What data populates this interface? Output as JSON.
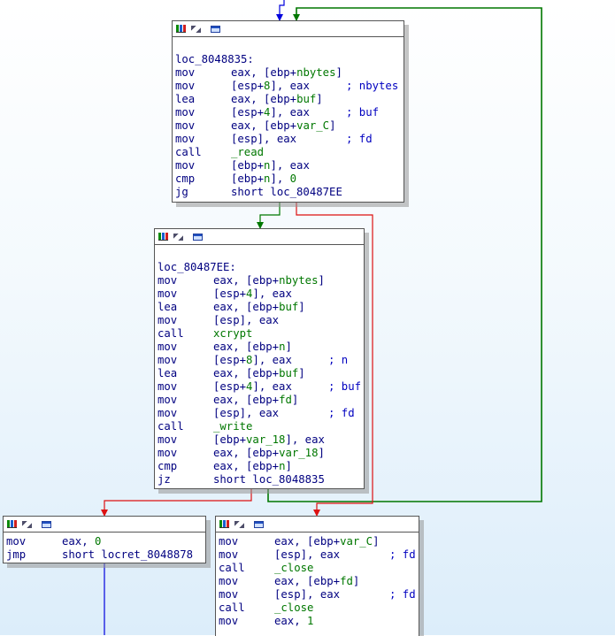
{
  "colors": {
    "edge_true": "#007700",
    "edge_false": "#dd1111",
    "edge_uncond": "#0000dd",
    "text": "#000080",
    "symbol": "#007700"
  },
  "header_icons": [
    "graph-icon",
    "bowtie-icon",
    "window-icon"
  ],
  "nodes": [
    {
      "id": "loc_8048835",
      "lines": [
        {
          "m": "",
          "o": "",
          "c": ""
        },
        {
          "m": "loc_8048835:",
          "o": "",
          "c": ""
        },
        {
          "m": "mov",
          "o": "eax, [ebp+nbytes]",
          "c": ""
        },
        {
          "m": "mov",
          "o": "[esp+8], eax",
          "c": "; nbytes"
        },
        {
          "m": "lea",
          "o": "eax, [ebp+buf]",
          "c": ""
        },
        {
          "m": "mov",
          "o": "[esp+4], eax",
          "c": "; buf"
        },
        {
          "m": "mov",
          "o": "eax, [ebp+var_C]",
          "c": ""
        },
        {
          "m": "mov",
          "o": "[esp], eax",
          "c": "; fd"
        },
        {
          "m": "call",
          "o": "_read",
          "c": ""
        },
        {
          "m": "mov",
          "o": "[ebp+n], eax",
          "c": ""
        },
        {
          "m": "cmp",
          "o": "[ebp+n], 0",
          "c": ""
        },
        {
          "m": "jg",
          "o": "short loc_80487EE",
          "c": ""
        }
      ]
    },
    {
      "id": "loc_80487EE",
      "lines": [
        {
          "m": "",
          "o": "",
          "c": ""
        },
        {
          "m": "loc_80487EE:",
          "o": "",
          "c": ""
        },
        {
          "m": "mov",
          "o": "eax, [ebp+nbytes]",
          "c": ""
        },
        {
          "m": "mov",
          "o": "[esp+4], eax",
          "c": ""
        },
        {
          "m": "lea",
          "o": "eax, [ebp+buf]",
          "c": ""
        },
        {
          "m": "mov",
          "o": "[esp], eax",
          "c": ""
        },
        {
          "m": "call",
          "o": "xcrypt",
          "c": ""
        },
        {
          "m": "mov",
          "o": "eax, [ebp+n]",
          "c": ""
        },
        {
          "m": "mov",
          "o": "[esp+8], eax",
          "c": "; n"
        },
        {
          "m": "lea",
          "o": "eax, [ebp+buf]",
          "c": ""
        },
        {
          "m": "mov",
          "o": "[esp+4], eax",
          "c": "; buf"
        },
        {
          "m": "mov",
          "o": "eax, [ebp+fd]",
          "c": ""
        },
        {
          "m": "mov",
          "o": "[esp], eax",
          "c": "; fd"
        },
        {
          "m": "call",
          "o": "_write",
          "c": ""
        },
        {
          "m": "mov",
          "o": "[ebp+var_18], eax",
          "c": ""
        },
        {
          "m": "mov",
          "o": "eax, [ebp+var_18]",
          "c": ""
        },
        {
          "m": "cmp",
          "o": "eax, [ebp+n]",
          "c": ""
        },
        {
          "m": "jz",
          "o": "short loc_8048835",
          "c": ""
        }
      ]
    },
    {
      "id": "block_ret0",
      "lines": [
        {
          "m": "mov",
          "o": "eax, 0",
          "c": ""
        },
        {
          "m": "jmp",
          "o": "short locret_8048878",
          "c": ""
        }
      ]
    },
    {
      "id": "block_close",
      "lines": [
        {
          "m": "mov",
          "o": "eax, [ebp+var_C]",
          "c": ""
        },
        {
          "m": "mov",
          "o": "[esp], eax",
          "c": "; fd"
        },
        {
          "m": "call",
          "o": "_close",
          "c": ""
        },
        {
          "m": "mov",
          "o": "eax, [ebp+fd]",
          "c": ""
        },
        {
          "m": "mov",
          "o": "[esp], eax",
          "c": "; fd"
        },
        {
          "m": "call",
          "o": "_close",
          "c": ""
        },
        {
          "m": "mov",
          "o": "eax, 1",
          "c": ""
        }
      ]
    }
  ]
}
